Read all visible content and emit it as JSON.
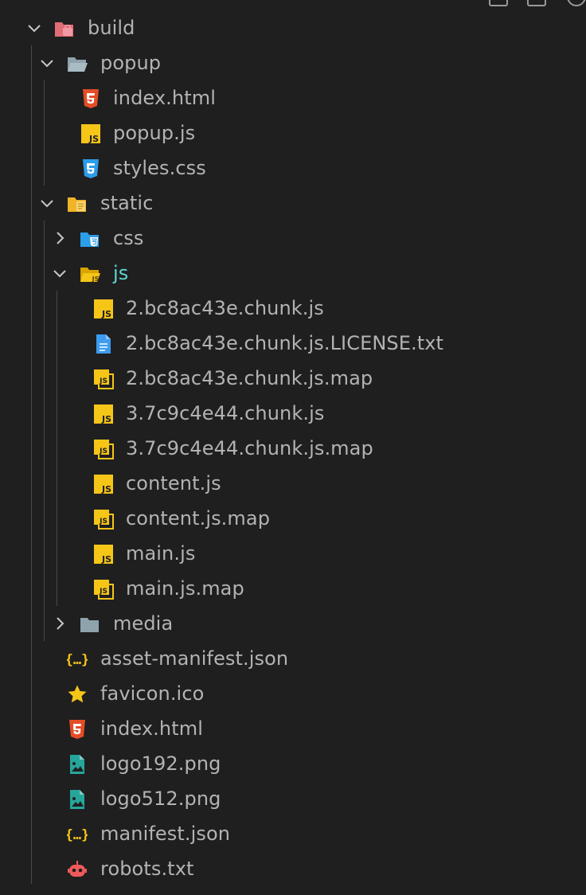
{
  "tree": {
    "build": {
      "label": "build"
    },
    "popup": {
      "label": "popup"
    },
    "popup_index": {
      "label": "index.html"
    },
    "popup_js": {
      "label": "popup.js"
    },
    "popup_styles": {
      "label": "styles.css"
    },
    "static": {
      "label": "static"
    },
    "css": {
      "label": "css"
    },
    "js": {
      "label": "js"
    },
    "js_files": [
      {
        "label": "2.bc8ac43e.chunk.js"
      },
      {
        "label": "2.bc8ac43e.chunk.js.LICENSE.txt"
      },
      {
        "label": "2.bc8ac43e.chunk.js.map"
      },
      {
        "label": "3.7c9c4e44.chunk.js"
      },
      {
        "label": "3.7c9c4e44.chunk.js.map"
      },
      {
        "label": "content.js"
      },
      {
        "label": "content.js.map"
      },
      {
        "label": "main.js"
      },
      {
        "label": "main.js.map"
      }
    ],
    "media": {
      "label": "media"
    },
    "root_files": [
      {
        "label": "asset-manifest.json"
      },
      {
        "label": "favicon.ico"
      },
      {
        "label": "index.html"
      },
      {
        "label": "logo192.png"
      },
      {
        "label": "logo512.png"
      },
      {
        "label": "manifest.json"
      },
      {
        "label": "robots.txt"
      }
    ]
  },
  "colors": {
    "background": "#1f1f20",
    "text": "#b3b3b3",
    "active_text": "#5fd7d0",
    "js_yellow": "#f5c518",
    "html_orange": "#e44d26",
    "css_blue": "#2b9de9",
    "build_folder": "#e06c75",
    "image_teal": "#26a69a"
  }
}
